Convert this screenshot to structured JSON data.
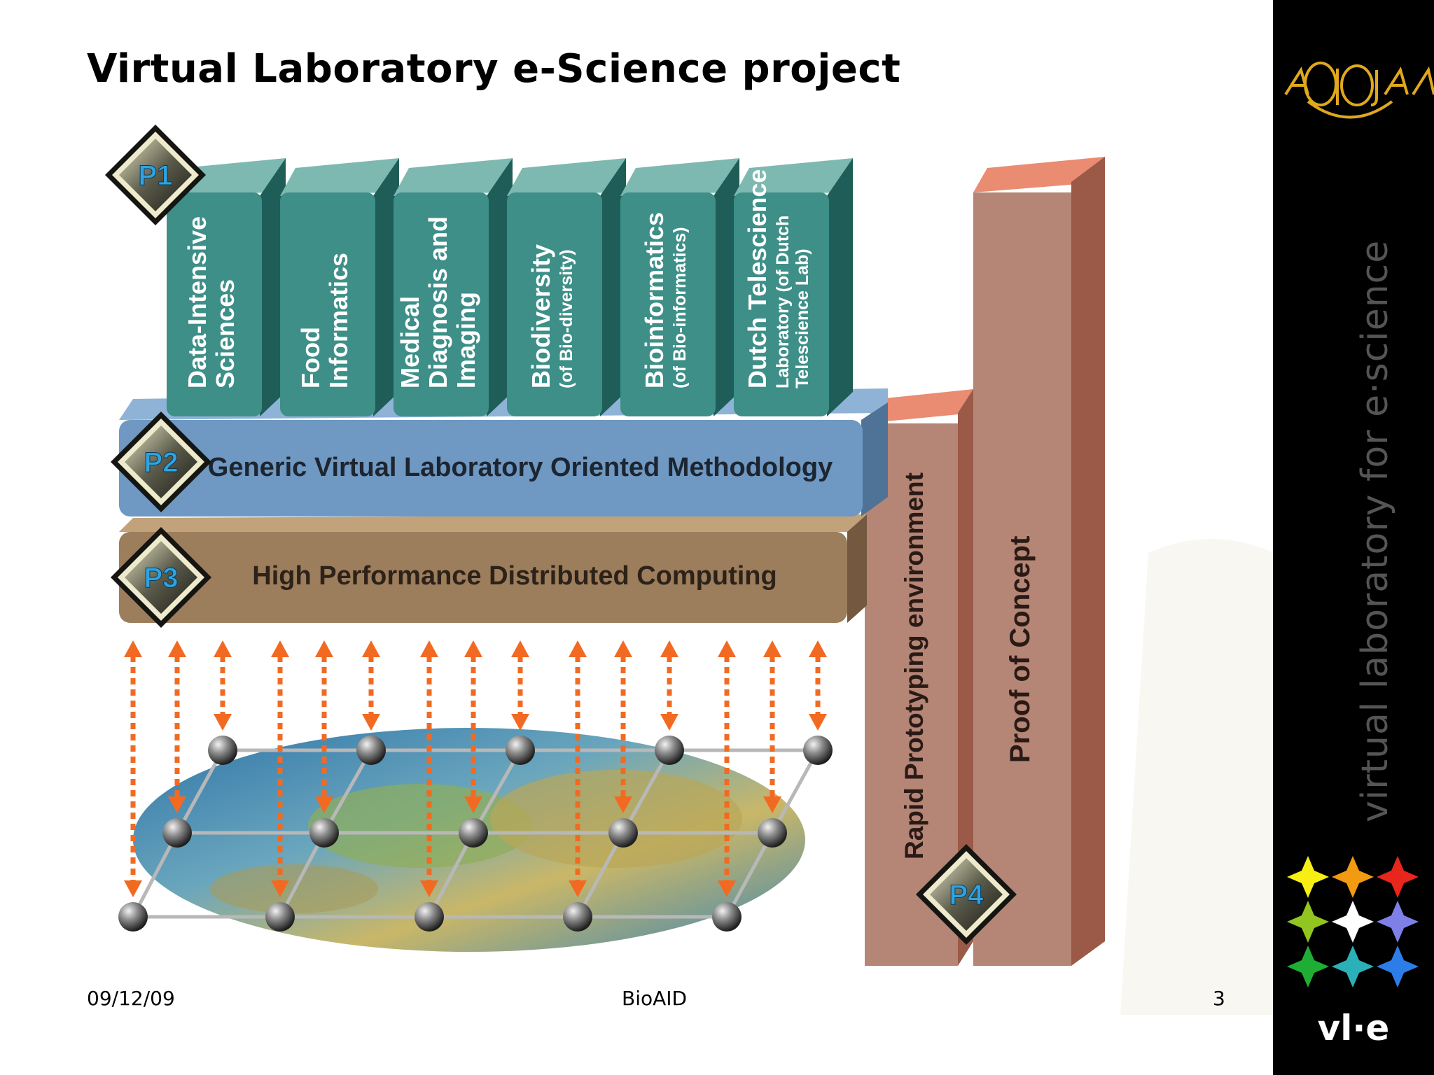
{
  "slide": {
    "title": "Virtual Laboratory e-Science project",
    "footer": {
      "date": "09/12/09",
      "center": "BioAID",
      "page": "3"
    }
  },
  "sidebar": {
    "tagline": "virtual laboratory for e·science",
    "brand": "vl·e",
    "logo_icon": "aid-logo-icon",
    "mosaic_icon": "colored-star-mosaic-icon"
  },
  "diagram": {
    "markers": {
      "p1": "P1",
      "p2": "P2",
      "p3": "P3",
      "p4": "P4"
    },
    "applications": [
      {
        "lines": [
          "Data-Intensive",
          "Sciences"
        ],
        "small": []
      },
      {
        "lines": [
          "Food",
          "Informatics"
        ],
        "small": []
      },
      {
        "lines": [
          "Medical",
          "Diagnosis and",
          "Imaging"
        ],
        "small": []
      },
      {
        "lines": [
          "Biodiversity"
        ],
        "small": [
          "(of Bio-diversity)"
        ]
      },
      {
        "lines": [
          "Bioinformatics"
        ],
        "small": [
          "(of Bio-informatics)"
        ]
      },
      {
        "lines": [
          "Dutch Telescience"
        ],
        "small": [
          "Laboratory (of Dutch",
          "Telescience Lab)"
        ]
      }
    ],
    "methodology": "Generic Virtual Laboratory Oriented Methodology",
    "computing": "High Performance Distributed Computing",
    "rapid": "Rapid Prototyping environment",
    "proof": "Proof of Concept",
    "colors": {
      "teal": "#3d8f88",
      "blue": "#6f98c2",
      "brown": "#9c7d5c",
      "salmon": "#b07a6c",
      "arrow": "#f26a22",
      "marker_text": "#2fa3e0"
    }
  }
}
